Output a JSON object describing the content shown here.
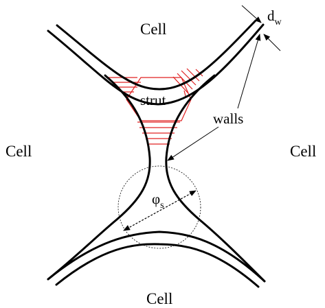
{
  "labels": {
    "cell_top": "Cell",
    "cell_left": "Cell",
    "cell_right": "Cell",
    "cell_bottom": "Cell",
    "strut": "strut",
    "walls": "walls",
    "dw_main": "d",
    "dw_sub": "w",
    "phi_main": "φ",
    "phi_sub": "s"
  },
  "colors": {
    "wall": "#000000",
    "hatch": "#e02020",
    "arrow": "#000000",
    "circle": "#000000"
  }
}
